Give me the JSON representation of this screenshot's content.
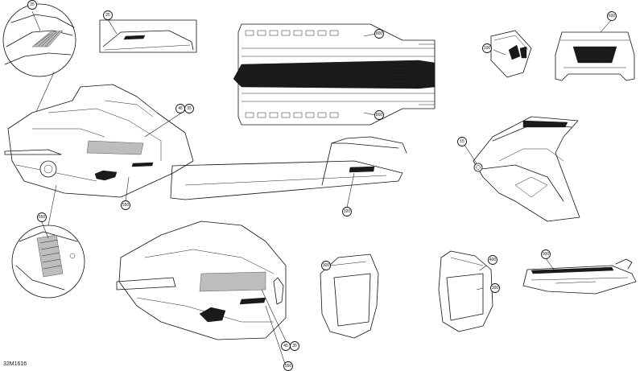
{
  "figure_id": "32M1616",
  "callouts": [
    "25",
    "25",
    "45",
    "35",
    "550",
    "320",
    "600",
    "100",
    "800",
    "800",
    "15",
    "650",
    "45",
    "35",
    "550",
    "300",
    "400",
    "300",
    "900"
  ]
}
